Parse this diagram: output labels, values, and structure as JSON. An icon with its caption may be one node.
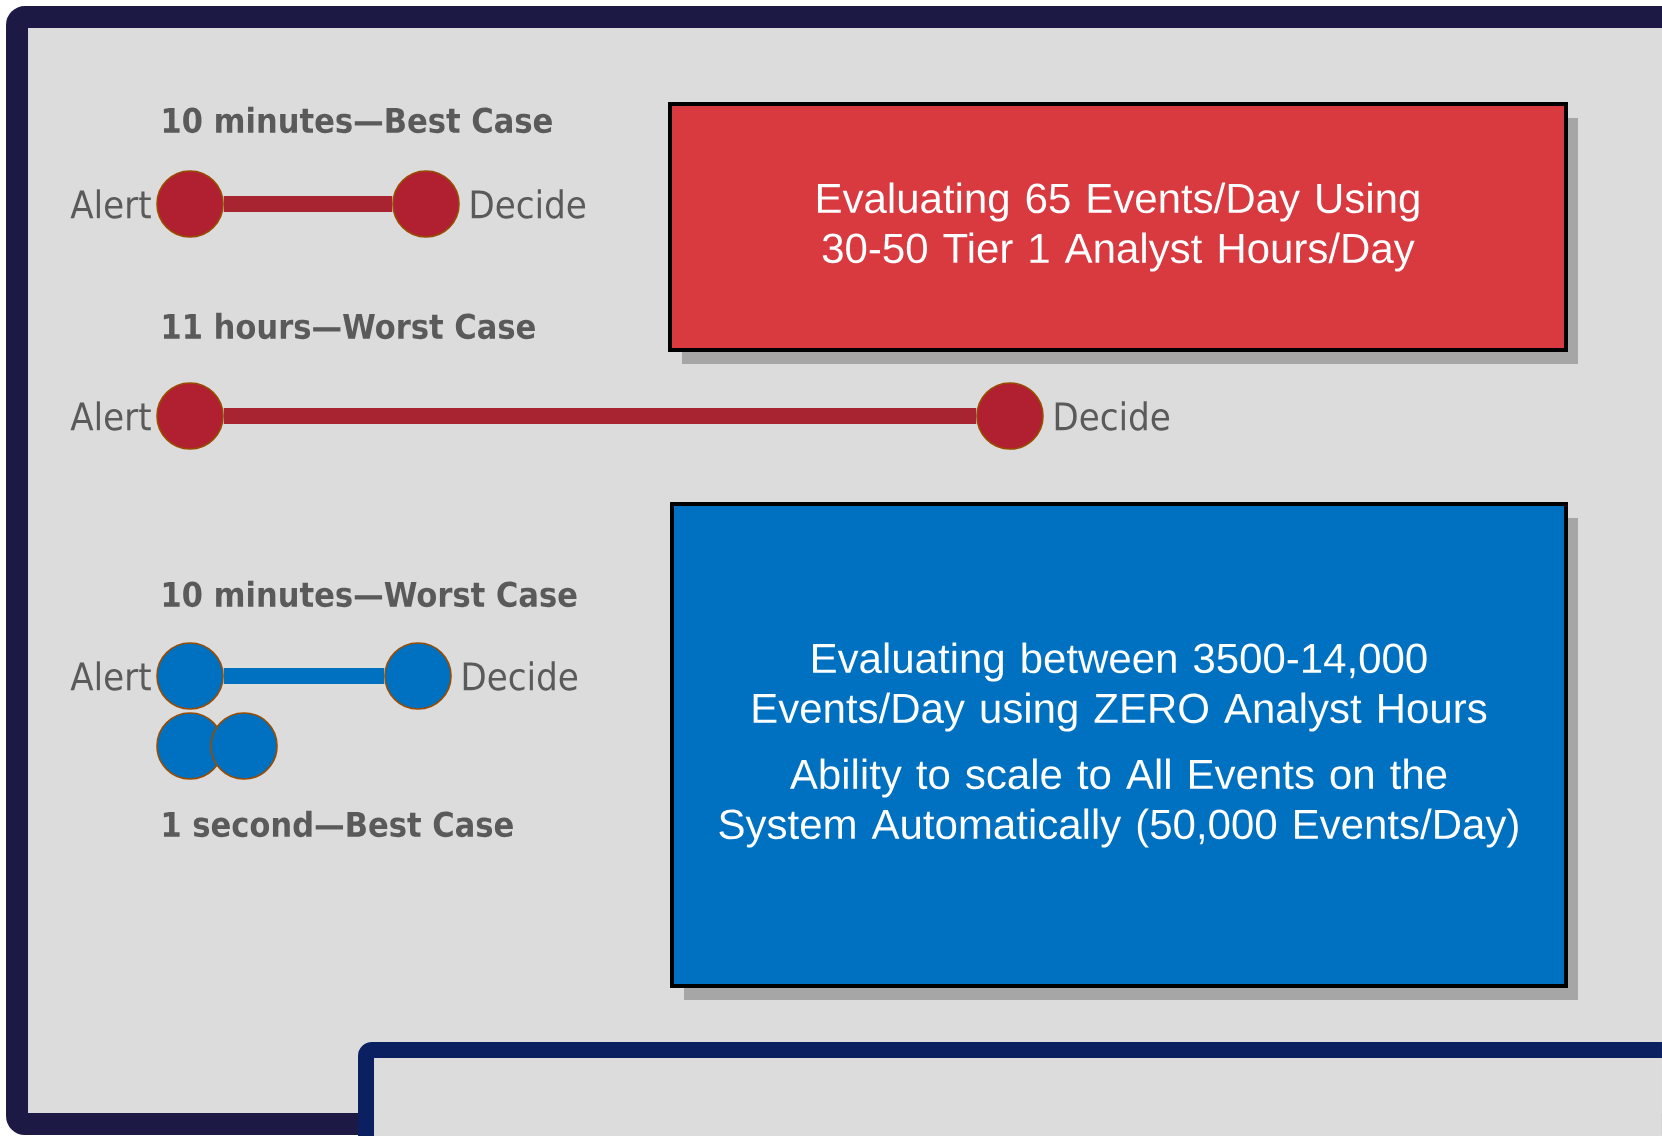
{
  "diagram": {
    "nodes": [
      {
        "text": [
          "Evaluating 65 Events/Day Using 30-50 Tier 1 Analyst Hours/Day"
        ]
      },
      {
        "text": [
          "Evaluating between 3500-14,000 Events/Day using ZERO Analyst Hours",
          "Ability to scale to All Events on the System Automatically (50,000 Events/Day)"
        ]
      },
      {
        "text": [],
        "shape": "circle",
        "beside": [
          "Alert"
        ]
      },
      {
        "text": [],
        "shape": "circle",
        "beside": [
          "Decide"
        ]
      },
      {
        "text": [],
        "shape": "circle",
        "beside": [
          "Alert"
        ]
      },
      {
        "text": [],
        "shape": "circle",
        "beside": [
          "Decide"
        ]
      },
      {
        "text": [],
        "shape": "circle",
        "beside": [
          "Alert"
        ]
      },
      {
        "text": [],
        "shape": "circle",
        "beside": [
          "Decide"
        ]
      },
      {
        "text": [],
        "shape": "circle"
      },
      {
        "text": [],
        "shape": "circle"
      }
    ],
    "edges": [
      {
        "from": 2,
        "to": 3,
        "arrow": "none",
        "color": "#a82430"
      },
      {
        "from": 4,
        "to": 5,
        "arrow": "none",
        "color": "#a82430"
      },
      {
        "from": 6,
        "to": 7,
        "arrow": "none",
        "color": "#0070c0"
      }
    ],
    "labels": [
      "10 minutes—Best Case",
      "11 hours—Worst Case",
      "10 minutes—Worst Case",
      "1 second—Best Case"
    ]
  }
}
